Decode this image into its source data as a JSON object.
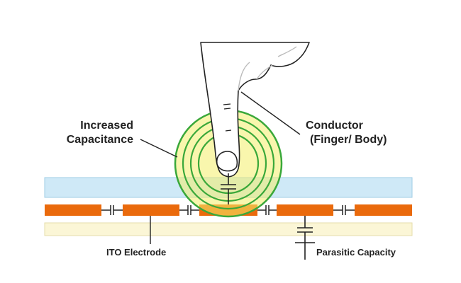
{
  "labels": {
    "increased_line1": "Increased",
    "increased_line2": "Capacitance",
    "conductor_line1": "Conductor",
    "conductor_line2": "(Finger/ Body)",
    "ito": "ITO Electrode",
    "parasitic": "Parasitic Capacity"
  },
  "colors": {
    "glass": "#cfe9f7",
    "glass_border": "#9fcde6",
    "electrode": "#ea6a0c",
    "substrate": "#fbf6d6",
    "substrate_border": "#e4dcab",
    "field_fill": "#f4ee6a",
    "field_ring": "#3aa83a",
    "line": "#222222"
  },
  "icons": {
    "finger": "finger-icon",
    "capacitor": "capacitor-icon"
  }
}
